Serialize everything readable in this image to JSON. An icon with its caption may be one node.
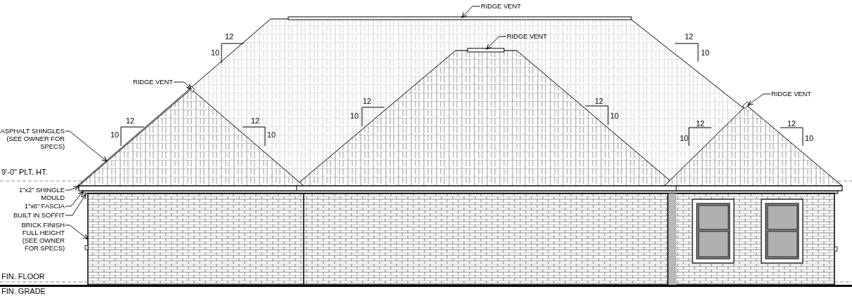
{
  "diagram": {
    "nodes": [
      {
        "text": [
          "RIDGE VENT"
        ]
      },
      {
        "text": [
          "RIDGE VENT"
        ]
      },
      {
        "text": [
          "RIDGE VENT"
        ]
      },
      {
        "text": [
          "RIDGE VENT"
        ]
      },
      {
        "text": [
          "ASPHALT SHINGLES (SEE OWNER FOR SPECS)"
        ]
      },
      {
        "text": [
          "1\"x2\" SHINGLE MOULD"
        ]
      },
      {
        "text": [
          "1\"x6\" FASCIA"
        ]
      },
      {
        "text": [
          "BUILT IN SOFFIT"
        ]
      },
      {
        "text": [
          "BRICK FINISH FULL HEIGHT (SEE OWNER FOR SPECS)"
        ]
      },
      {
        "text": [],
        "shape": "bar"
      },
      {
        "text": [],
        "shape": "bar"
      }
    ],
    "edges": [
      {
        "from": 0,
        "to": null,
        "arrow": "to"
      },
      {
        "from": 1,
        "to": null,
        "arrow": "to"
      },
      {
        "from": 2,
        "to": null,
        "arrow": "to"
      },
      {
        "from": 3,
        "to": null,
        "arrow": "to"
      },
      {
        "from": 4,
        "to": null,
        "arrow": "to"
      },
      {
        "from": 5,
        "to": null,
        "arrow": "to"
      },
      {
        "from": 6,
        "to": 9,
        "arrow": "to"
      },
      {
        "from": 7,
        "to": 10,
        "arrow": "to"
      },
      {
        "from": 8,
        "to": null,
        "arrow": "to"
      }
    ],
    "labels": [
      "12",
      "10",
      "12",
      "10",
      "12",
      "10",
      "12",
      "10",
      "12",
      "10",
      "12",
      "10",
      "12",
      "10",
      "12",
      "10",
      "9'-0\" PLT. HT.",
      "FIN. FLOOR",
      "FIN. GRADE"
    ]
  }
}
